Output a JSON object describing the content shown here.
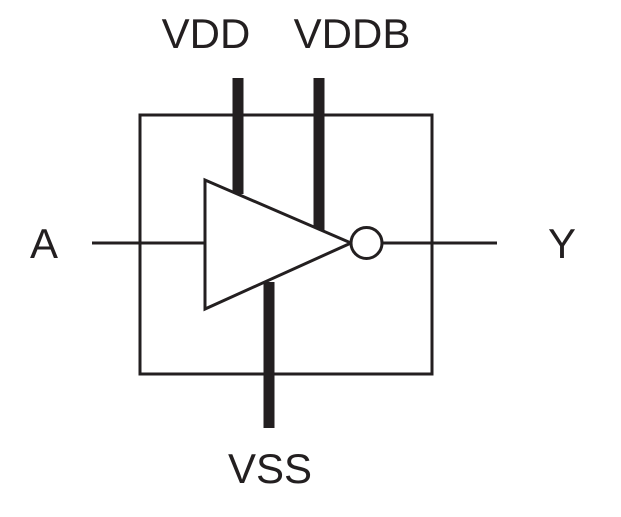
{
  "pins": {
    "vdd": "VDD",
    "vddb": "VDDB",
    "vss": "VSS",
    "input": "A",
    "output": "Y"
  },
  "colors": {
    "line": "#231f20",
    "background": "#ffffff"
  }
}
